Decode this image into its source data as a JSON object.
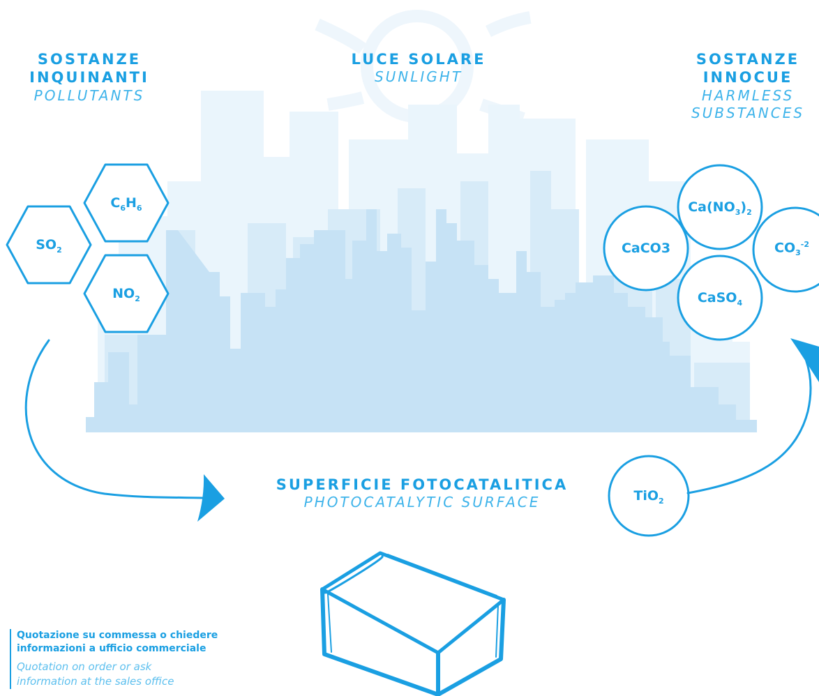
{
  "labels": {
    "pollutants_it_line1": "SOSTANZE",
    "pollutants_it_line2": "INQUINANTI",
    "pollutants_en": "POLLUTANTS",
    "sunlight_it": "LUCE SOLARE",
    "sunlight_en": "SUNLIGHT",
    "harmless_it_line1": "SOSTANZE",
    "harmless_it_line2": "INNOCUE",
    "harmless_en_line1": "HARMLESS",
    "harmless_en_line2": "SUBSTANCES",
    "surface_it": "SUPERFICIE FOTOCATALITICA",
    "surface_en": "PHOTOCATALYTIC SURFACE"
  },
  "pollutants": {
    "benzene": {
      "base1": "C",
      "sub1": "6",
      "base2": "H",
      "sub2": "6"
    },
    "sulfur_dioxide": {
      "base": "SO",
      "sub": "2"
    },
    "nitrogen_dioxide": {
      "base": "NO",
      "sub": "2"
    }
  },
  "products": {
    "calcium_nitrate": {
      "base1": "Ca(NO",
      "sub1": "3",
      "base2": ")",
      "sub2": "2"
    },
    "calcium_carbonate": {
      "text": "CaCO3"
    },
    "carbonate_ion": {
      "base": "CO",
      "sub": "3",
      "sup": "-2"
    },
    "calcium_sulfate": {
      "base": "CaSO",
      "sub": "4"
    }
  },
  "catalyst": {
    "base": "TiO",
    "sub": "2"
  },
  "note": {
    "bold_line1": "Quotazione su commessa o chiedere",
    "bold_line2": "informazioni a ufficio commerciale",
    "italic_line1": "Quotation on order or ask",
    "italic_line2": "information at the sales office"
  },
  "colors": {
    "primary": "#1a9fe2",
    "skyline_front": "#c6e2f5",
    "skyline_back": "#e8f4fb"
  }
}
